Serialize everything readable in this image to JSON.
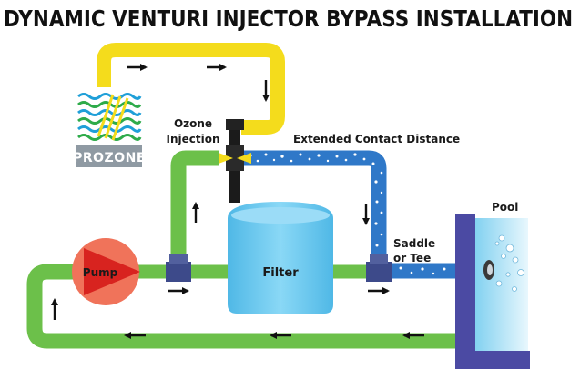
{
  "title": "DYNAMIC VENTURI INJECTOR BYPASS INSTALLATION",
  "labels": {
    "ozone_line1": "Ozone",
    "ozone_line2": "Injection",
    "contact": "Extended Contact Distance",
    "saddle_line1": "Saddle",
    "saddle_line2": "or Tee",
    "pool": "Pool",
    "pump": "Pump",
    "filter": "Filter"
  },
  "logo": {
    "text": "PROZONE"
  },
  "colors": {
    "return_pipe": "#6cc04a",
    "ozone_line": "#f4dc1c",
    "contact_pipe": "#2f78c8",
    "pump": "#f0735a",
    "pump_arrow": "#d8231f",
    "filter": "#5fc6f0",
    "pool_wall": "#4b4aa3",
    "tee": "#3d4a8a"
  }
}
